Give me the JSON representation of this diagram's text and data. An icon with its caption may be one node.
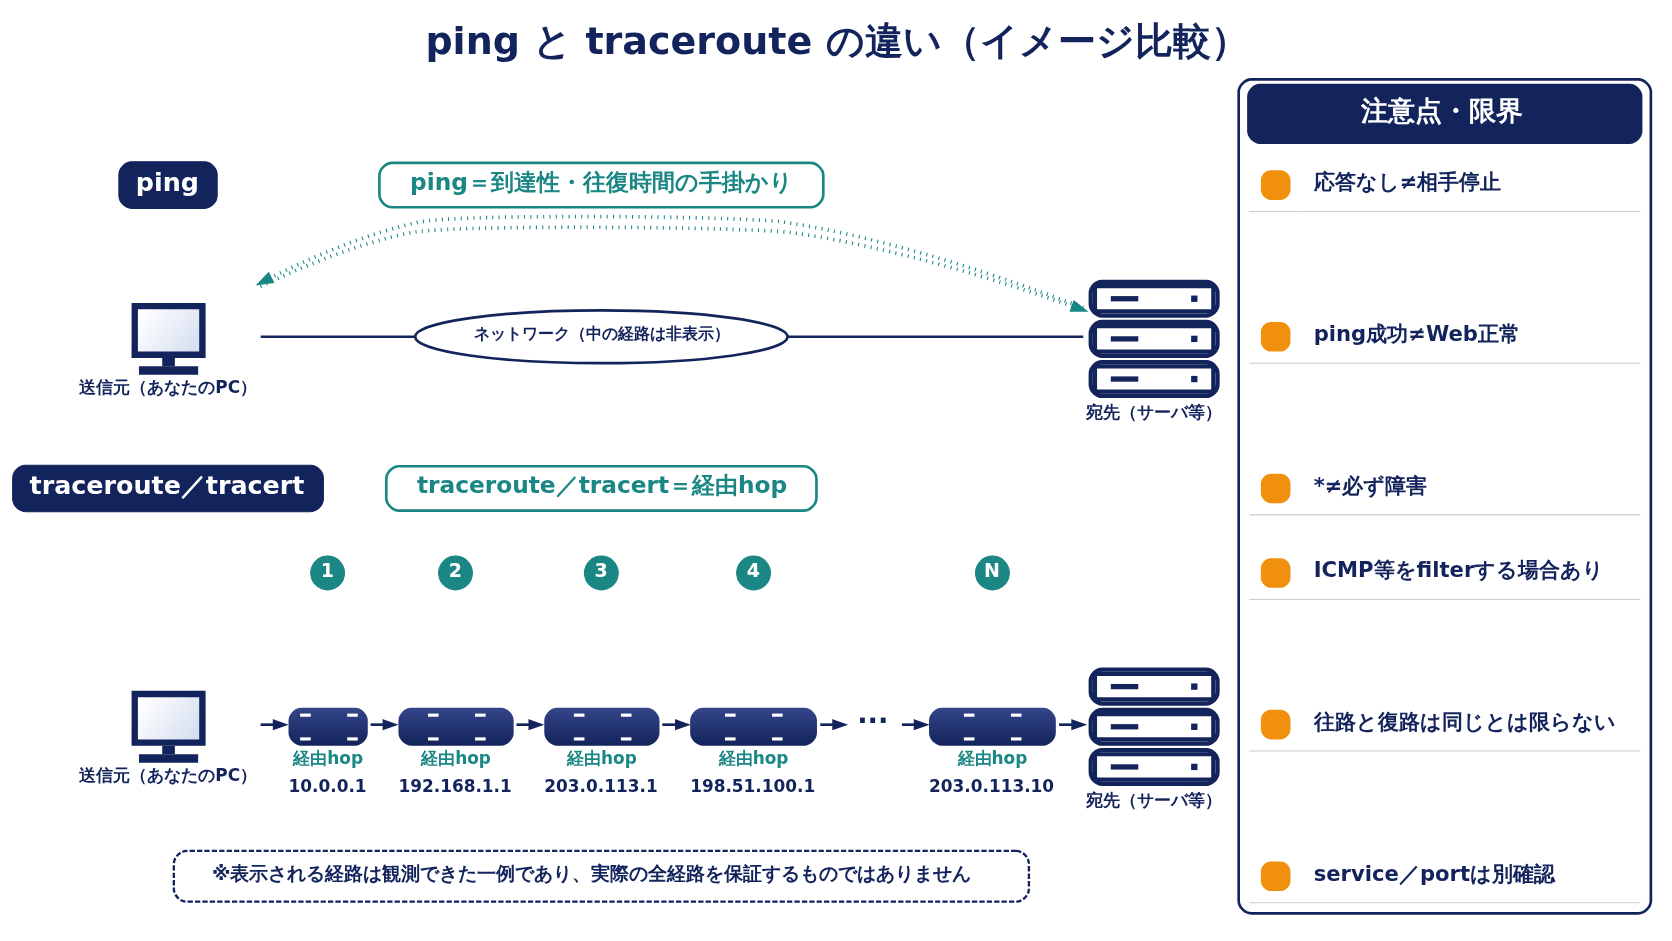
{
  "diagram": {
    "title": "ping と traceroute の違い（イメージ比較）",
    "nodes": [
      {
        "text": [
          "ping"
        ]
      },
      {
        "text": [
          "ping＝到達性・往復時間の手掛かり"
        ]
      },
      {
        "text": [],
        "shape": "picture",
        "beside": [
          "送信元（あなたのPC）"
        ]
      },
      {
        "text": [
          "ネットワーク（中の経路は非表示）"
        ]
      },
      {
        "text": [],
        "shape": "picture",
        "beside": [
          "宛先（サーバ等）"
        ]
      },
      {
        "text": [
          "traceroute／tracert"
        ]
      },
      {
        "text": [
          "traceroute／tracert＝経由hop"
        ]
      },
      {
        "text": [],
        "shape": "picture",
        "beside": [
          "送信元（あなたのPC）"
        ]
      },
      {
        "text": [
          "1"
        ]
      },
      {
        "text": [],
        "shape": "picture",
        "beside": [
          "経由hop",
          "10.0.0.1"
        ]
      },
      {
        "text": [
          "2"
        ]
      },
      {
        "text": [],
        "shape": "picture",
        "beside": [
          "経由hop",
          "192.168.1.1"
        ]
      },
      {
        "text": [
          "3"
        ]
      },
      {
        "text": [],
        "shape": "picture",
        "beside": [
          "経由hop",
          "203.0.113.1"
        ]
      },
      {
        "text": [
          "4"
        ]
      },
      {
        "text": [],
        "shape": "picture",
        "beside": [
          "経由hop",
          "198.51.100.1"
        ]
      },
      {
        "text": [
          "···"
        ]
      },
      {
        "text": [
          "N"
        ]
      },
      {
        "text": [],
        "shape": "picture",
        "beside": [
          "経由hop",
          "203.0.113.10"
        ]
      },
      {
        "text": [],
        "shape": "picture",
        "beside": [
          "宛先（サーバ等）"
        ]
      },
      {
        "text": [
          "※表示される経路は観測できた一例であり、実際の全経路を保証するものではありません"
        ]
      },
      {
        "text": [
          "注意点・限界"
        ]
      },
      {
        "text": [
          "応答なし≠相手停止"
        ],
        "in": 21
      },
      {
        "text": [
          "ping成功≠Web正常"
        ],
        "in": 21
      },
      {
        "text": [
          "*≠必ず障害"
        ],
        "in": 21
      },
      {
        "text": [
          "ICMP等をfilterする場合あり"
        ],
        "in": 21
      },
      {
        "text": [
          "往路と復路は同じとは限らない"
        ],
        "in": 21
      },
      {
        "text": [
          "service／portは別確認"
        ],
        "in": 21
      }
    ],
    "edges": [
      {
        "from": 2,
        "to": 3,
        "arrow": "none"
      },
      {
        "from": 3,
        "to": 4,
        "arrow": "none"
      },
      {
        "from": 2,
        "to": 4,
        "arrow": "to",
        "style": "dashed",
        "color": "#1a8784"
      },
      {
        "from": 4,
        "to": 2,
        "arrow": "to",
        "style": "dashed",
        "color": "#1a8784"
      },
      {
        "from": 7,
        "to": 9,
        "arrow": "to"
      },
      {
        "from": 9,
        "to": 11,
        "arrow": "to"
      },
      {
        "from": 11,
        "to": 13,
        "arrow": "to"
      },
      {
        "from": 13,
        "to": 15,
        "arrow": "to"
      },
      {
        "from": 15,
        "to": 16,
        "arrow": "to"
      },
      {
        "from": 16,
        "to": 18,
        "arrow": "to"
      },
      {
        "from": 18,
        "to": 19,
        "arrow": "to"
      }
    ]
  }
}
